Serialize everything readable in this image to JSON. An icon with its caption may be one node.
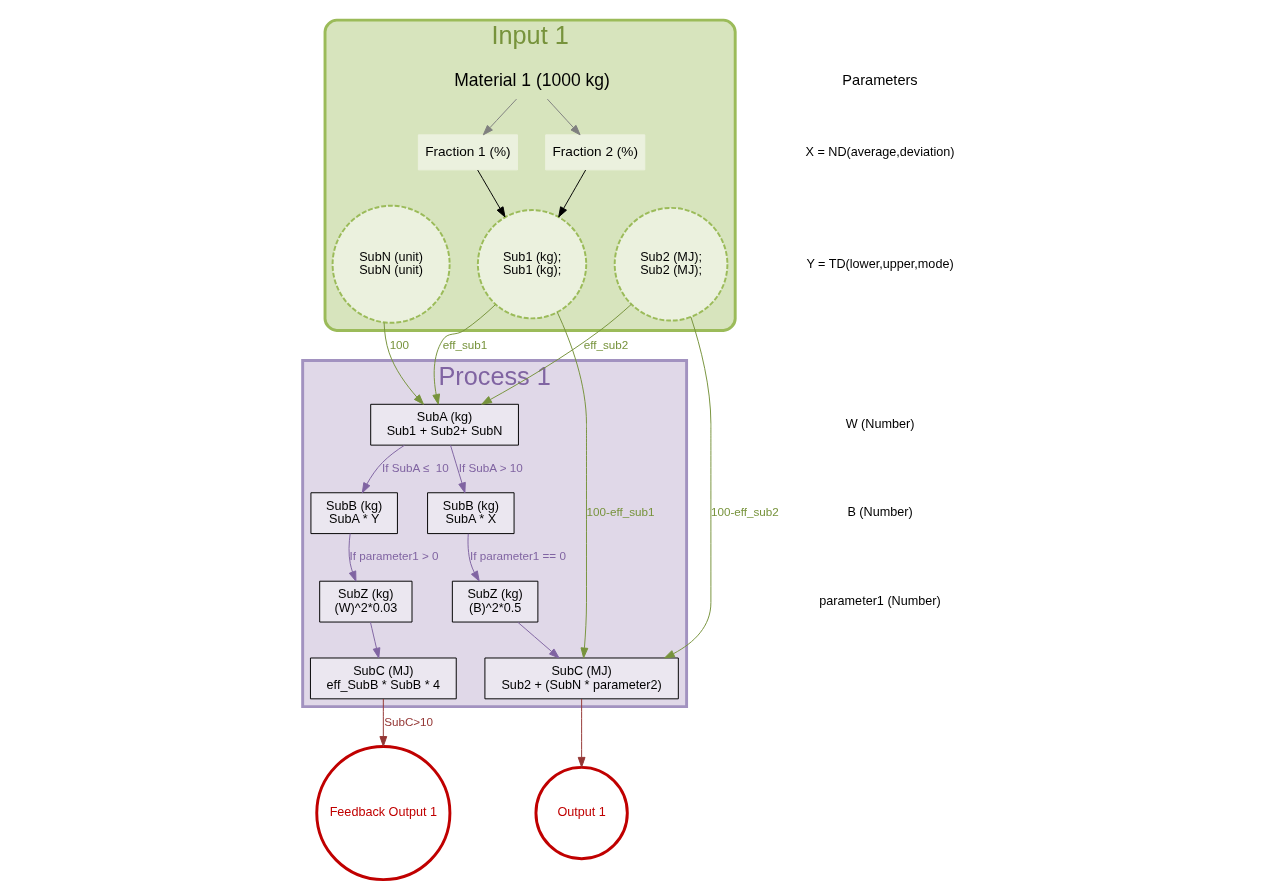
{
  "diagram": {
    "nodes": [
      {
        "text": [
          "Input 1"
        ]
      },
      {
        "text": [
          "Material 1 (1000 kg)"
        ],
        "in": 0
      },
      {
        "text": [
          "Fraction 1 (%)"
        ],
        "in": 0
      },
      {
        "text": [
          "Fraction 2 (%)"
        ],
        "in": 0
      },
      {
        "text": [
          "Sub1 (kg);",
          "Sub1 (kg);"
        ],
        "in": 0
      },
      {
        "text": [
          "Sub2 (MJ);",
          "Sub2 (MJ);"
        ],
        "in": 0
      },
      {
        "text": [
          "SubN (unit)",
          "SubN (unit)"
        ],
        "in": 0
      },
      {
        "text": [
          "Process 1"
        ]
      },
      {
        "text": [
          "SubA (kg)",
          "Sub1 + Sub2+ SubN"
        ],
        "in": 7
      },
      {
        "text": [
          "SubB (kg)",
          "SubA * X"
        ],
        "in": 7
      },
      {
        "text": [
          "SubB (kg)",
          "SubA * Y"
        ],
        "in": 7
      },
      {
        "text": [
          "SubZ (kg)",
          "(B)^2*0.5"
        ],
        "in": 7
      },
      {
        "text": [
          "SubZ (kg)",
          "(W)^2*0.03"
        ],
        "in": 7
      },
      {
        "text": [
          "SubC (MJ)",
          "Sub2 + (SubN * parameter2)"
        ],
        "in": 7
      },
      {
        "text": [
          "SubC (MJ)",
          "eff_SubB * SubB * 4"
        ],
        "in": 7
      },
      {
        "text": [
          "Output 1"
        ]
      },
      {
        "text": [
          "Feedback Output 1"
        ]
      }
    ],
    "edges": [
      {
        "from": 1,
        "to": 2,
        "arrow": "to",
        "color": "#7f7f7f"
      },
      {
        "from": 1,
        "to": 3,
        "arrow": "to",
        "color": "#7f7f7f"
      },
      {
        "from": 2,
        "to": 4,
        "arrow": "to",
        "color": "#000000"
      },
      {
        "from": 3,
        "to": 4,
        "arrow": "to",
        "color": "#000000"
      },
      {
        "from": 4,
        "to": 8,
        "arrow": "to",
        "label": "eff_sub1",
        "color": "#77933c"
      },
      {
        "from": 5,
        "to": 8,
        "arrow": "to",
        "label": "eff_sub2",
        "color": "#77933c"
      },
      {
        "from": 6,
        "to": 8,
        "arrow": "to",
        "label": "100",
        "color": "#77933c"
      },
      {
        "from": 8,
        "to": 9,
        "arrow": "to",
        "label": "If SubA > 10"
      },
      {
        "from": 8,
        "to": 10,
        "arrow": "to",
        "label": "If SubA ≤  10"
      },
      {
        "from": 9,
        "to": 11,
        "arrow": "to",
        "label": "If parameter1 == 0"
      },
      {
        "from": 10,
        "to": 12,
        "arrow": "to",
        "label": "If parameter1 > 0"
      },
      {
        "from": 11,
        "to": 13,
        "arrow": "to"
      },
      {
        "from": 12,
        "to": 14,
        "arrow": "to"
      },
      {
        "from": 5,
        "to": 13,
        "arrow": "to",
        "label": "100-eff_sub2",
        "color": "#77933c"
      },
      {
        "from": 4,
        "to": 13,
        "arrow": "to",
        "label": "100-eff_sub1",
        "color": "#77933c"
      },
      {
        "from": 13,
        "to": 15,
        "arrow": "to",
        "color": "#943634"
      },
      {
        "from": 14,
        "to": 16,
        "arrow": "to",
        "label": "SubC>10",
        "color": "#943634"
      }
    ],
    "labels": [
      "Parameters",
      "X = ND(average,deviation)",
      "Y = TD(lower,upper,mode)",
      "W (Number)",
      "B (Number)",
      "parameter1 (Number)"
    ]
  }
}
